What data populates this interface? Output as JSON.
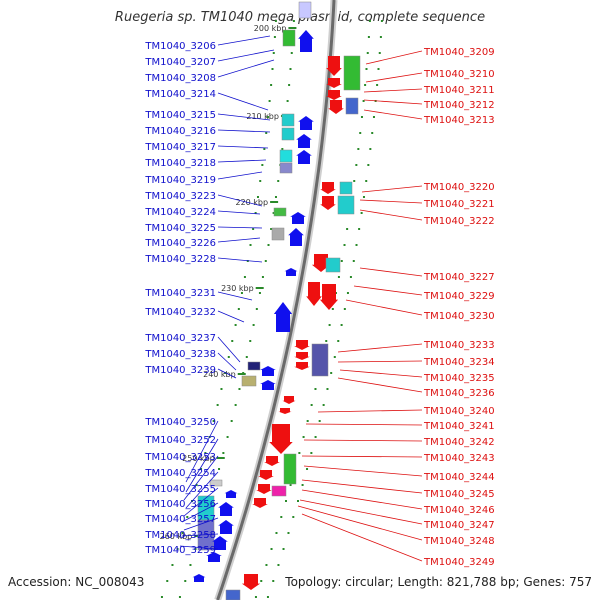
{
  "title": "Ruegeria sp. TM1040 mega plasmid, complete sequence",
  "footer": {
    "accession": "Accession: NC_008043",
    "topology": "Topology: circular; Length: 821,788 bp; Genes: 757"
  },
  "colors": {
    "backbone": "#9a9a9a",
    "tick": "#2a8a2a",
    "forward_label": "#1010cc",
    "reverse_label": "#dd1010",
    "forward_gene": "#1010ee",
    "reverse_gene": "#ee1010"
  },
  "ticks": [
    {
      "label": "200 kbp"
    },
    {
      "label": "210 kbp"
    },
    {
      "label": "220 kbp"
    },
    {
      "label": "230 kbp"
    },
    {
      "label": "240 kbp"
    },
    {
      "label": "250 kbp"
    },
    {
      "label": "260 kbp"
    }
  ],
  "genes_left": [
    {
      "id": "TM1040_3206"
    },
    {
      "id": "TM1040_3207"
    },
    {
      "id": "TM1040_3208"
    },
    {
      "id": "TM1040_3214"
    },
    {
      "id": "TM1040_3215"
    },
    {
      "id": "TM1040_3216"
    },
    {
      "id": "TM1040_3217"
    },
    {
      "id": "TM1040_3218"
    },
    {
      "id": "TM1040_3219"
    },
    {
      "id": "TM1040_3223"
    },
    {
      "id": "TM1040_3224"
    },
    {
      "id": "TM1040_3225"
    },
    {
      "id": "TM1040_3226"
    },
    {
      "id": "TM1040_3228"
    },
    {
      "id": "TM1040_3231"
    },
    {
      "id": "TM1040_3232"
    },
    {
      "id": "TM1040_3237"
    },
    {
      "id": "TM1040_3238"
    },
    {
      "id": "TM1040_3239"
    },
    {
      "id": "TM1040_3250"
    },
    {
      "id": "TM1040_3252"
    },
    {
      "id": "TM1040_3253"
    },
    {
      "id": "TM1040_3254"
    },
    {
      "id": "TM1040_3255"
    },
    {
      "id": "TM1040_3256"
    },
    {
      "id": "TM1040_3257"
    },
    {
      "id": "TM1040_3258"
    },
    {
      "id": "TM1040_3259"
    }
  ],
  "genes_right": [
    {
      "id": "TM1040_3209"
    },
    {
      "id": "TM1040_3210"
    },
    {
      "id": "TM1040_3211"
    },
    {
      "id": "TM1040_3212"
    },
    {
      "id": "TM1040_3213"
    },
    {
      "id": "TM1040_3220"
    },
    {
      "id": "TM1040_3221"
    },
    {
      "id": "TM1040_3222"
    },
    {
      "id": "TM1040_3227"
    },
    {
      "id": "TM1040_3229"
    },
    {
      "id": "TM1040_3230"
    },
    {
      "id": "TM1040_3233"
    },
    {
      "id": "TM1040_3234"
    },
    {
      "id": "TM1040_3235"
    },
    {
      "id": "TM1040_3236"
    },
    {
      "id": "TM1040_3240"
    },
    {
      "id": "TM1040_3241"
    },
    {
      "id": "TM1040_3242"
    },
    {
      "id": "TM1040_3243"
    },
    {
      "id": "TM1040_3244"
    },
    {
      "id": "TM1040_3245"
    },
    {
      "id": "TM1040_3246"
    },
    {
      "id": "TM1040_3247"
    },
    {
      "id": "TM1040_3248"
    },
    {
      "id": "TM1040_3249"
    }
  ]
}
